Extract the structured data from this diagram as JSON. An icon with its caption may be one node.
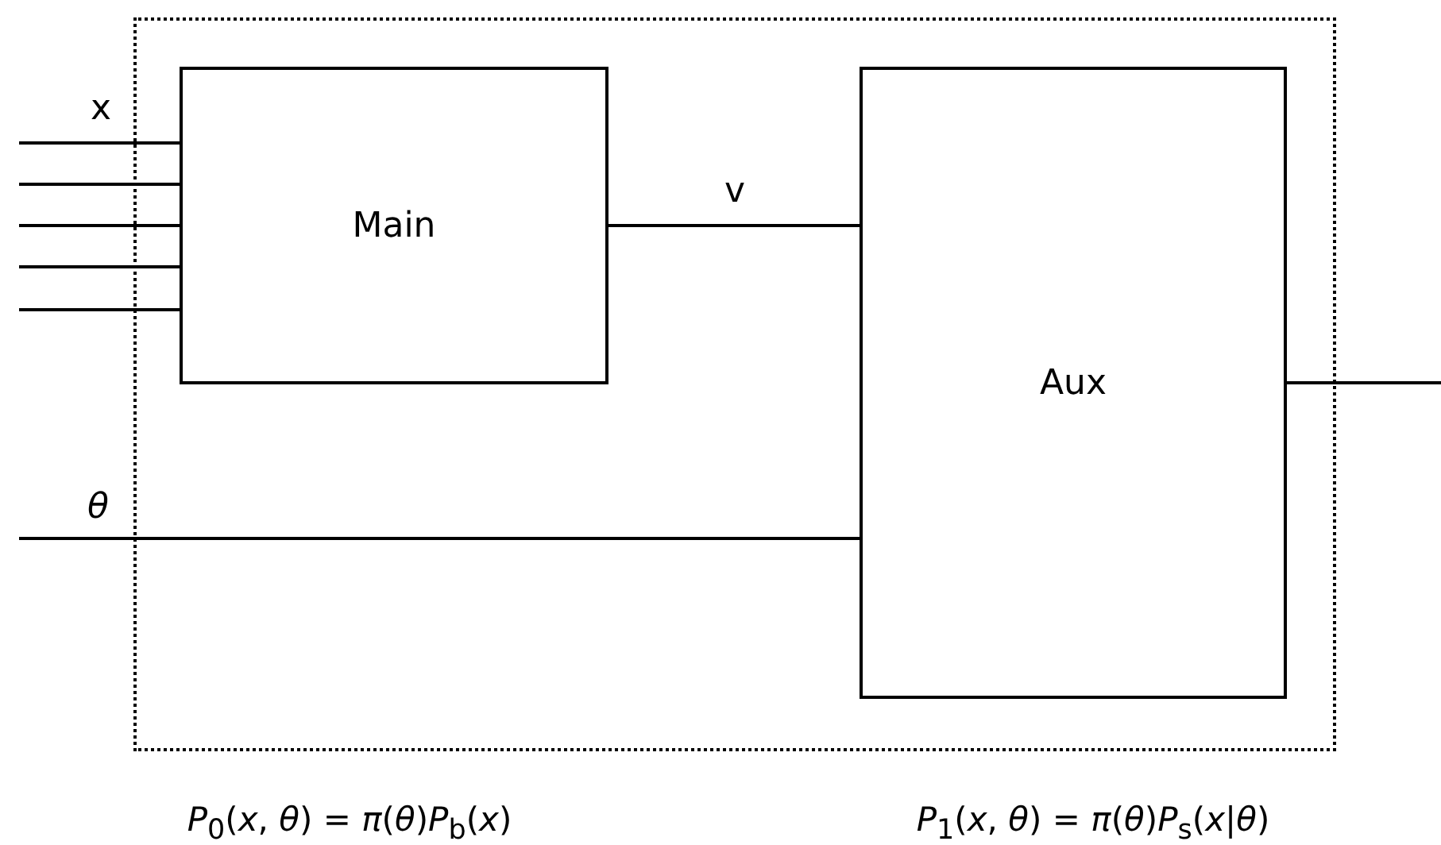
{
  "diagram": {
    "nodes": [
      {
        "text": [],
        "shape": "box"
      },
      {
        "text": [
          "Main"
        ],
        "in": 0
      },
      {
        "text": [
          "Aux"
        ],
        "in": 0
      }
    ],
    "edges": [
      {
        "from": null,
        "to": 1,
        "arrow": "none",
        "label": "x"
      },
      {
        "from": null,
        "to": 1,
        "arrow": "none"
      },
      {
        "from": null,
        "to": 1,
        "arrow": "none"
      },
      {
        "from": null,
        "to": 1,
        "arrow": "none"
      },
      {
        "from": null,
        "to": 1,
        "arrow": "none"
      },
      {
        "from": 1,
        "to": 2,
        "arrow": "none",
        "label": "v"
      },
      {
        "from": null,
        "to": 2,
        "arrow": "none",
        "label": "θ"
      },
      {
        "from": 2,
        "to": null,
        "arrow": "none"
      }
    ],
    "labels": [
      "*P*$_{0}$(*x*, *θ*) = *π*(*θ*)*P*$_{b}$(*x*)",
      "*P*$_{1}$(*x*, *θ*) = *π*(*θ*)*P*$_{s}$(*x*|*θ*)"
    ]
  }
}
